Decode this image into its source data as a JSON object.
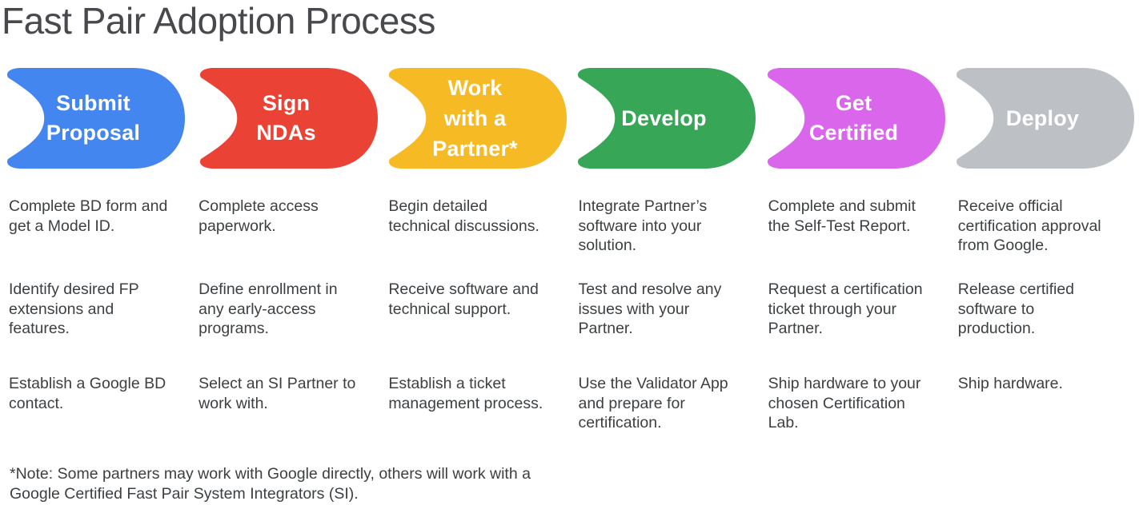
{
  "title": "Fast Pair Adoption Process",
  "colors": {
    "title_text": "#47494C",
    "body_text": "#3C4043",
    "background": "#FFFFFF"
  },
  "steps": [
    {
      "label": "Submit\nProposal",
      "color": "#4486F0",
      "tasks": [
        "Complete BD form and\nget a Model ID.",
        "Identify desired FP\nextensions and\nfeatures.",
        "Establish a Google BD\ncontact."
      ]
    },
    {
      "label": "Sign\nNDAs",
      "color": "#EA4335",
      "tasks": [
        "Complete access\npaperwork.",
        "Define enrollment in\nany early-access\nprograms.",
        "Select an SI Partner to\nwork with."
      ]
    },
    {
      "label": "Work\nwith a\nPartner*",
      "color": "#F6BA25",
      "tasks": [
        "Begin detailed\ntechnical discussions.",
        "Receive software and\ntechnical support.",
        "Establish a ticket\nmanagement process."
      ]
    },
    {
      "label": "Develop",
      "color": "#38A657",
      "tasks": [
        "Integrate Partner’s\nsoftware into your\nsolution.",
        "Test and resolve any\nissues with your\nPartner.",
        "Use the Validator App\nand prepare for\ncertification."
      ]
    },
    {
      "label": "Get\nCertified",
      "color": "#D966EB",
      "tasks": [
        "Complete and submit\nthe Self-Test Report.",
        "Request a certification\nticket through your\nPartner.",
        "Ship hardware to your\nchosen Certification\nLab."
      ]
    },
    {
      "label": "Deploy",
      "color": "#BDC1C6",
      "tasks": [
        "Receive official\ncertification approval\nfrom Google.",
        "Release certified\nsoftware to\nproduction.",
        "Ship hardware."
      ]
    }
  ],
  "footnote": "*Note: Some partners may work with Google directly, others will work with a\nGoogle Certified Fast Pair System Integrators (SI)."
}
